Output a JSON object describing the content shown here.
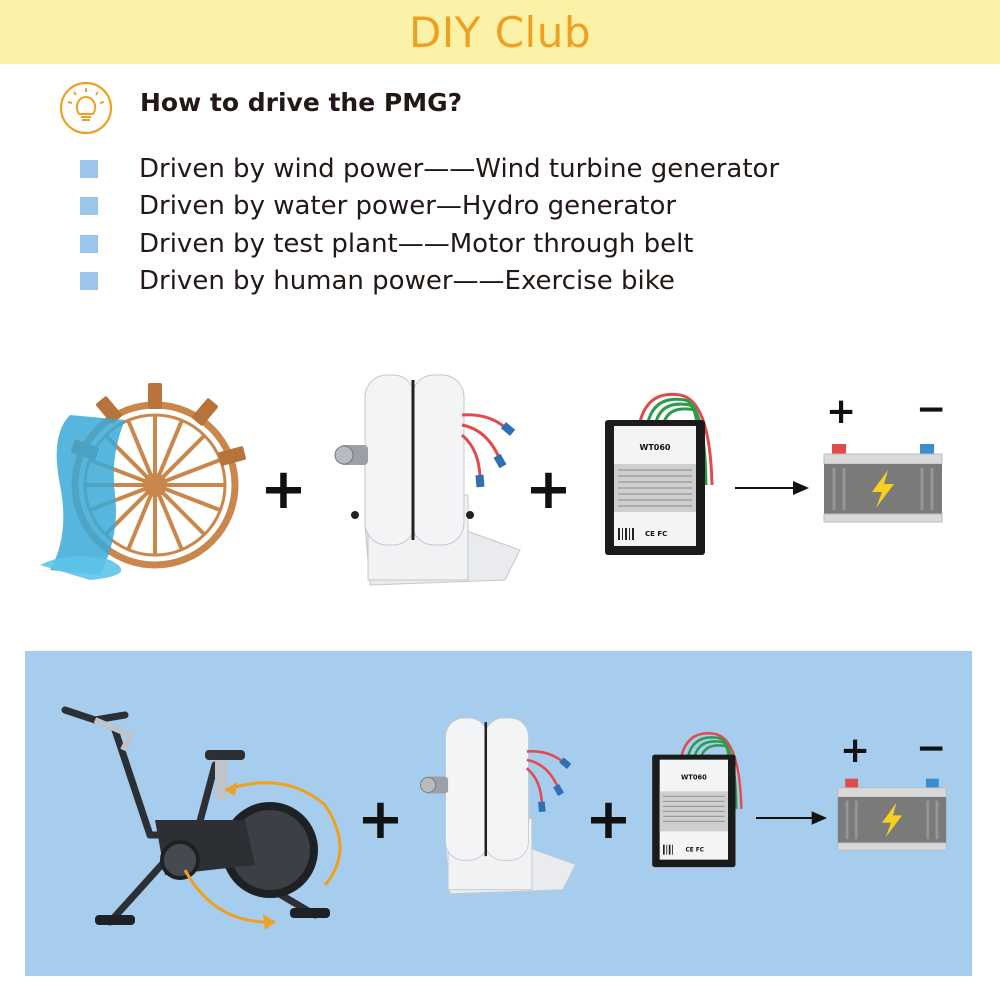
{
  "header": {
    "title": "DIY Club"
  },
  "question": "How to drive the PMG?",
  "bullets": [
    "Driven by wind power——Wind turbine generator",
    "Driven by water power—Hydro generator",
    "Driven by test plant——Motor through belt",
    "Driven by human power——Exercise bike"
  ],
  "diagram": {
    "plus_symbol": "+",
    "battery_plus": "+",
    "battery_minus": "−",
    "controller_model": "WT060",
    "controller_marks": "CE FC"
  },
  "colors": {
    "header_bg": "#fbf2a8",
    "header_text": "#f0a020",
    "bullet": "#9bc6ea",
    "panel_bg": "#a6cdee",
    "wheel": "#c9874c",
    "water": "#3aa9d8",
    "battery_body": "#7a7a7a",
    "bolt": "#f5d020"
  }
}
